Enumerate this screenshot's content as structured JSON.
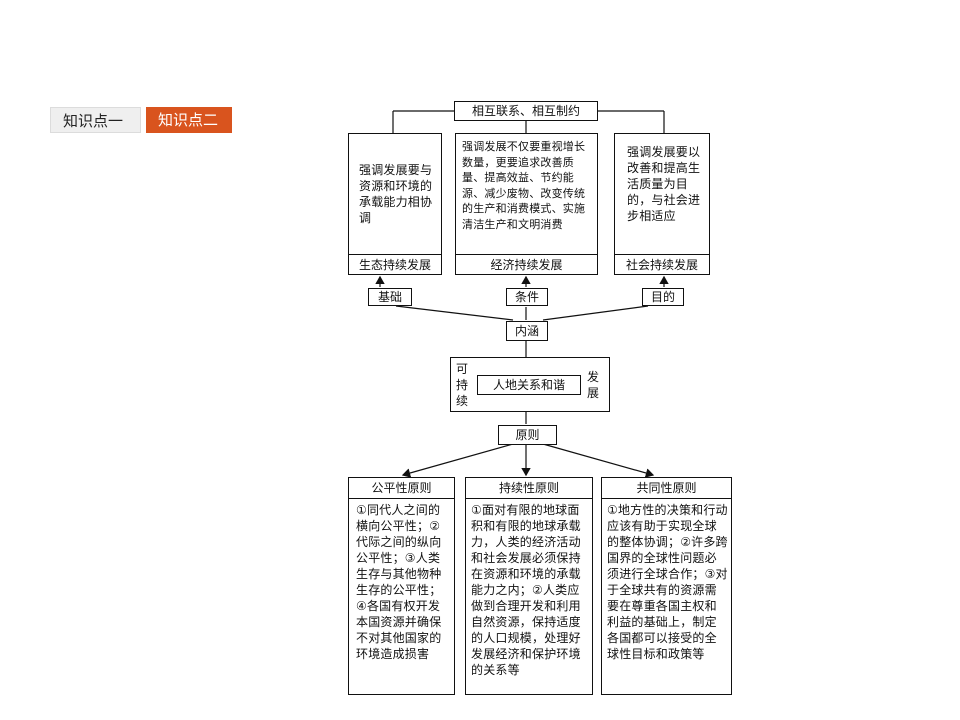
{
  "tabs": [
    {
      "label": "知识点一",
      "active": false
    },
    {
      "label": "知识点二",
      "active": true
    }
  ],
  "accent_color": "#d9541e",
  "diagram": {
    "top_label": "相互联系、相互制约",
    "pillars": [
      {
        "text": "强调发展要与资源和环境的承载能力相协调",
        "title": "生态持续发展",
        "relation": "基础"
      },
      {
        "text": "强调发展不仅要重视增长数量，更要追求改善质量、提高效益、节约能源、减少废物、改变传统的生产和消费模式、实施清洁生产和文明消费",
        "title": "经济持续发展",
        "relation": "条件"
      },
      {
        "text": "强调发展要以改善和提高生活质量为目的，与社会进步相适应",
        "title": "社会持续发展",
        "relation": "目的"
      }
    ],
    "neihan": "内涵",
    "center": {
      "left": "可持续",
      "inner": "人地关系和谐",
      "right": "发展"
    },
    "yuanze": "原则",
    "principles": [
      {
        "title": "公平性原则",
        "text": "①同代人之间的横向公平性；②代际之间的纵向公平性；③人类生存与其他物种生存的公平性；④各国有权开发本国资源并确保不对其他国家的环境造成损害"
      },
      {
        "title": "持续性原则",
        "text": "①面对有限的地球面积和有限的地球承载力，人类的经济活动和社会发展必须保持在资源和环境的承载能力之内；②人类应做到合理开发和利用自然资源，保持适度的人口规模，处理好发展经济和保护环境的关系等"
      },
      {
        "title": "共同性原则",
        "text": "①地方性的决策和行动应该有助于实现全球的整体协调；②许多跨国界的全球性问题必须进行全球合作；③对于全球共有的资源需要在尊重各国主权和利益的基础上，制定各国都可以接受的全球性目标和政策等"
      }
    ]
  }
}
